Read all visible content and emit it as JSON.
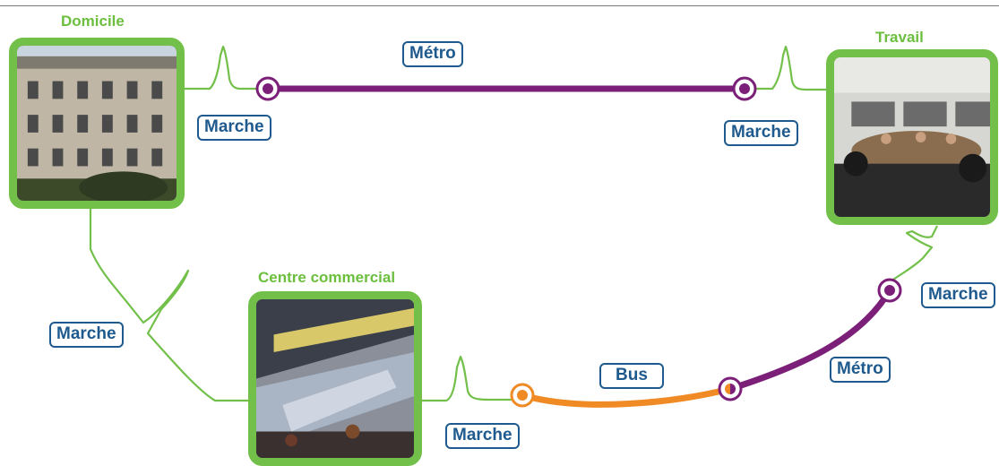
{
  "places": {
    "home": {
      "title": "Domicile",
      "image": "apartment-building-photo"
    },
    "work": {
      "title": "Travail",
      "image": "meeting-room-photo"
    },
    "mall": {
      "title": "Centre commercial",
      "image": "shopping-mall-escalator-photo"
    }
  },
  "legs": {
    "metro_top": "Métro",
    "walk_home_top": "Marche",
    "walk_work_top": "Marche",
    "walk_work_side": "Marche",
    "metro_bottom": "Métro",
    "bus": "Bus",
    "walk_mall": "Marche",
    "walk_home_left": "Marche"
  },
  "colors": {
    "walk": "#72c04a",
    "metro": "#7b1f78",
    "bus": "#f08a24",
    "label": "#1e5a8e"
  }
}
